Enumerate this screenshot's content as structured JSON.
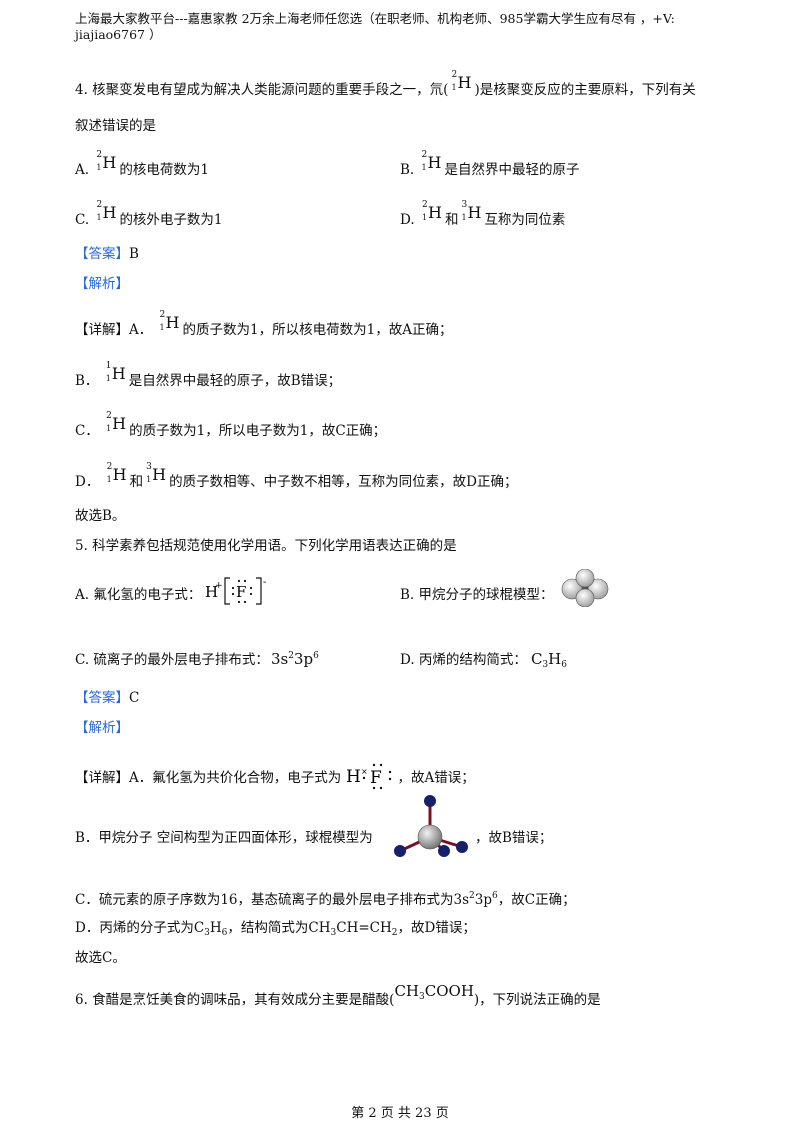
{
  "header": {
    "line1": "上海最大家教平台---嘉惠家教    2万余上海老师任您选（在职老师、机构老师、985学霸大学生应有尽有  ，+V:",
    "line2": "jiajiao6767 ）"
  },
  "q4": {
    "stem_a": "4. 核聚变发电有望成为解决人类能源问题的重要手段之一，氘(",
    "stem_b": ")是核聚变反应的主要原料，下列有关",
    "stem_line2": "叙述错误的是",
    "options": {
      "A_label": "A.",
      "A_text": "的核电荷数为1",
      "B_label": "B.",
      "B_text": "是自然界中最轻的原子",
      "C_label": "C.",
      "C_text": "的核外电子数为1",
      "D_label": "D.",
      "D_mid": "和",
      "D_text": "互称为同位素"
    },
    "answer_tag": "【答案】",
    "answer": "B",
    "analysis_tag": "【解析】",
    "detail_tag": "【详解】",
    "detail_a_prefix": "A．",
    "detail_a": "的质子数为1，所以核电荷数为1，故A正确；",
    "detail_b_prefix": "B．",
    "detail_b": "是自然界中最轻的原子，故B错误；",
    "detail_c_prefix": "C．",
    "detail_c": "的质子数为1，所以电子数为1，故C正确；",
    "detail_d_prefix": "D．",
    "detail_d_mid": "和",
    "detail_d": "的质子数相等、中子数不相等，互称为同位素，故D正确；",
    "conclusion": "故选B。"
  },
  "q5": {
    "stem": "5. 科学素养包括规范使用化学用语。下列化学用语表达正确的是",
    "A_text": "A.  氟化氢的电子式：",
    "B_text": "B.  甲烷分子的球棍模型：",
    "C_text": "C.  硫离子的最外层电子排布式：",
    "C_formula_a": "3s",
    "C_formula_a_sup": "2",
    "C_formula_b": "3p",
    "C_formula_b_sup": "6",
    "D_text": "D.  丙烯的结构简式：",
    "D_formula_c": "C",
    "D_formula_c_sub": "3",
    "D_formula_h": "H",
    "D_formula_h_sub": "6",
    "answer_tag": "【答案】",
    "answer": "C",
    "analysis_tag": "【解析】",
    "detail_tag": "【详解】",
    "detail_a": "A．氟化氢为共价化合物，电子式为",
    "detail_a_end": "，故A错误；",
    "detail_b": "B．甲烷分子   空间构型为正四面体形，球棍模型为",
    "detail_b_end": "，故B错误；",
    "detail_c": "C．硫元素的原子序数为16，基态硫离子的最外层电子排布式为3s",
    "detail_c_sup1": "2",
    "detail_c_mid": "3p",
    "detail_c_sup2": "6",
    "detail_c_end": "，故C正确；",
    "detail_d_a": "D．丙烯的分子式为C",
    "detail_d_sub1": "3",
    "detail_d_b": "H",
    "detail_d_sub2": "6",
    "detail_d_c": "，结构简式为CH",
    "detail_d_sub3": "3",
    "detail_d_d": "CH=CH",
    "detail_d_sub4": "2",
    "detail_d_e": "，故D错误；",
    "conclusion": "故选C。"
  },
  "q6": {
    "stem_a": "6. 食醋是烹饪美食的调味品，其有效成分主要是醋酸(",
    "formula_a": "CH",
    "formula_sub": "3",
    "formula_b": "COOH",
    "stem_b": ")，下列说法正确的是"
  },
  "symbols": {
    "H": "H",
    "F": "F",
    "mass2": "2",
    "mass1": "1",
    "mass3": "3",
    "z1": "1",
    "hf_charge_plus": "+",
    "hf_charge_minus": "-"
  },
  "footer": {
    "page": "第 2 页 共 23 页"
  },
  "colors": {
    "tag": "#2b6ad3",
    "carbon": "#9a9a9a",
    "hydrogen": "#16206b",
    "bond": "#7a1020"
  }
}
